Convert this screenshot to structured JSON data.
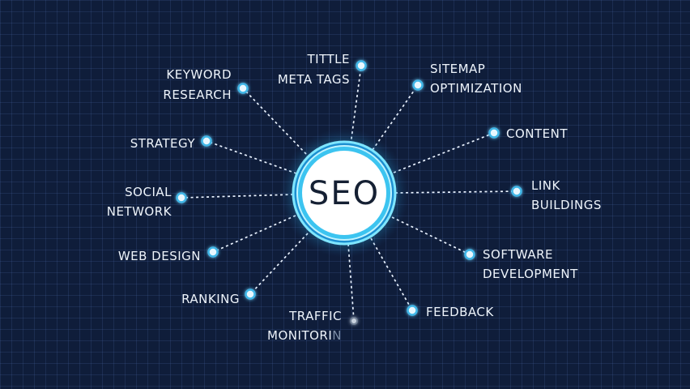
{
  "hub": {
    "label": "SEO"
  },
  "nodes": [
    {
      "id": "tittle-meta-tags",
      "lines": [
        "TITTLE",
        "META TAGS"
      ]
    },
    {
      "id": "sitemap-optimization",
      "lines": [
        "SITEMAP",
        "OPTIMIZATION"
      ]
    },
    {
      "id": "content",
      "lines": [
        "CONTENT"
      ]
    },
    {
      "id": "link-buildings",
      "lines": [
        "LINK",
        "BUILDINGS"
      ]
    },
    {
      "id": "software-development",
      "lines": [
        "SOFTWARE",
        "DEVELOPMENT"
      ]
    },
    {
      "id": "feedback",
      "lines": [
        "FEEDBACK"
      ]
    },
    {
      "id": "traffic-monitoring",
      "lines": [
        "TRAFFIC",
        "MONITORI"
      ],
      "fade_suffix": "N"
    },
    {
      "id": "ranking",
      "lines": [
        "RANKING"
      ]
    },
    {
      "id": "web-design",
      "lines": [
        "WEB DESIGN"
      ]
    },
    {
      "id": "social-network",
      "lines": [
        "SOCIAL",
        "NETWORK"
      ]
    },
    {
      "id": "strategy",
      "lines": [
        "STRATEGY"
      ]
    },
    {
      "id": "keyword-research",
      "lines": [
        "KEYWORD",
        "RESEARCH"
      ]
    }
  ],
  "colors": {
    "background": "#0f1d3a",
    "grid": "#5a82c8",
    "glow": "#4fd2ff",
    "hub_fill": "#ffffff",
    "label": "#eef4fb"
  }
}
